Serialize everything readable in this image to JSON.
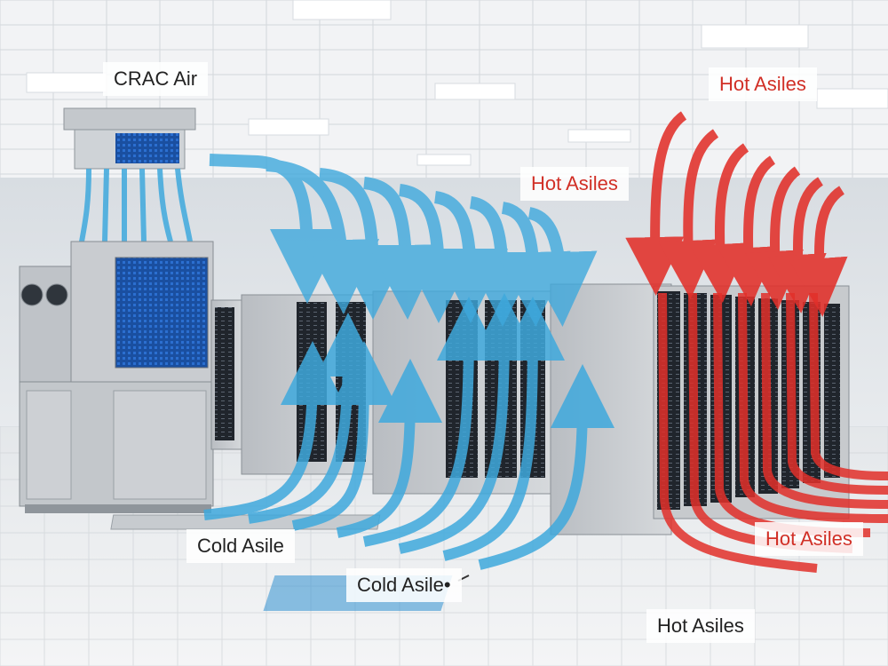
{
  "labels": {
    "crac_air": "CRAC Air",
    "hot_top": "Hot Asiles",
    "hot_mid": "Hot Asiles",
    "hot_right": "Hot Asiles",
    "hot_bottom": "Hot Asiles",
    "cold_left": "Cold Asile",
    "cold_center": "Cold Asile•"
  },
  "stock_id": "1693101948",
  "colors": {
    "cool_air": "#3fa9dd",
    "hot_air": "#e2302a",
    "rack_body": "#c9ccd0",
    "rack_door": "#232830",
    "floor": "#eef0f2",
    "ceiling": "#f3f4f6",
    "wall": "#dfe3e7"
  }
}
